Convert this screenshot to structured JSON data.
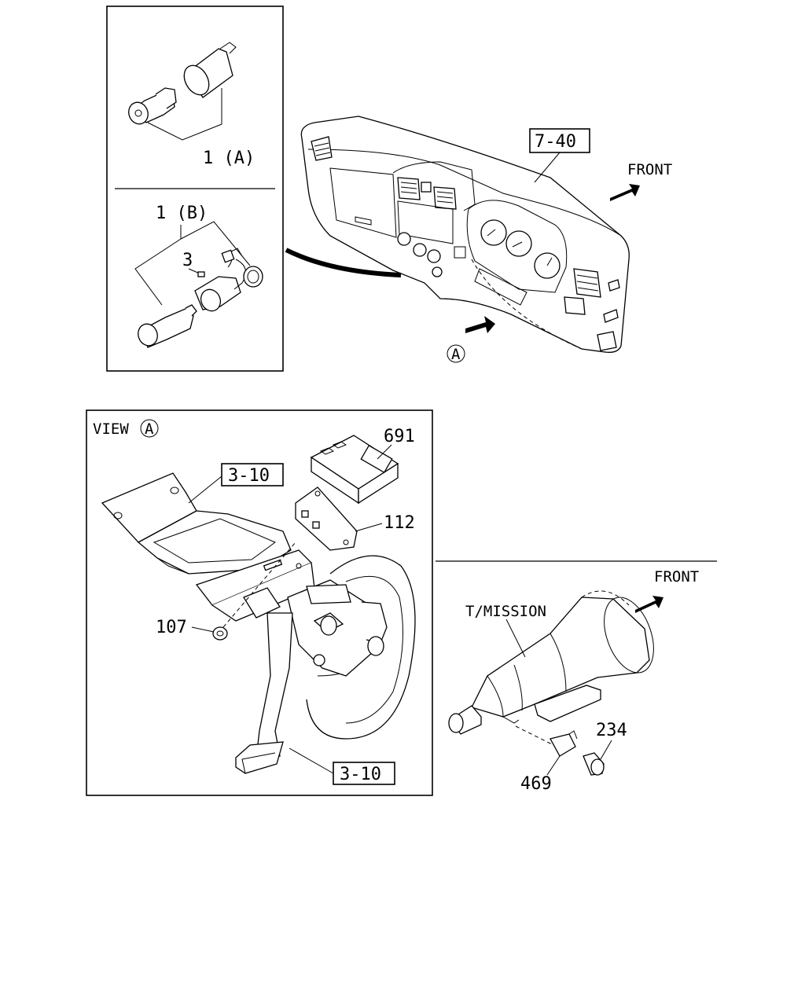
{
  "labels": {
    "part_1a": "1 (A)",
    "part_1b": "1 (B)",
    "part_3": "3",
    "ref_7_40": "7-40",
    "front_top": "FRONT",
    "view_marker": "A",
    "view_title": "VIEW",
    "view_title_marker": "A",
    "part_691": "691",
    "ref_3_10_top": "3-10",
    "part_112": "112",
    "part_107": "107",
    "ref_3_10_bottom": "3-10",
    "front_bottom": "FRONT",
    "tmission": "T/MISSION",
    "part_234": "234",
    "part_469": "469"
  }
}
